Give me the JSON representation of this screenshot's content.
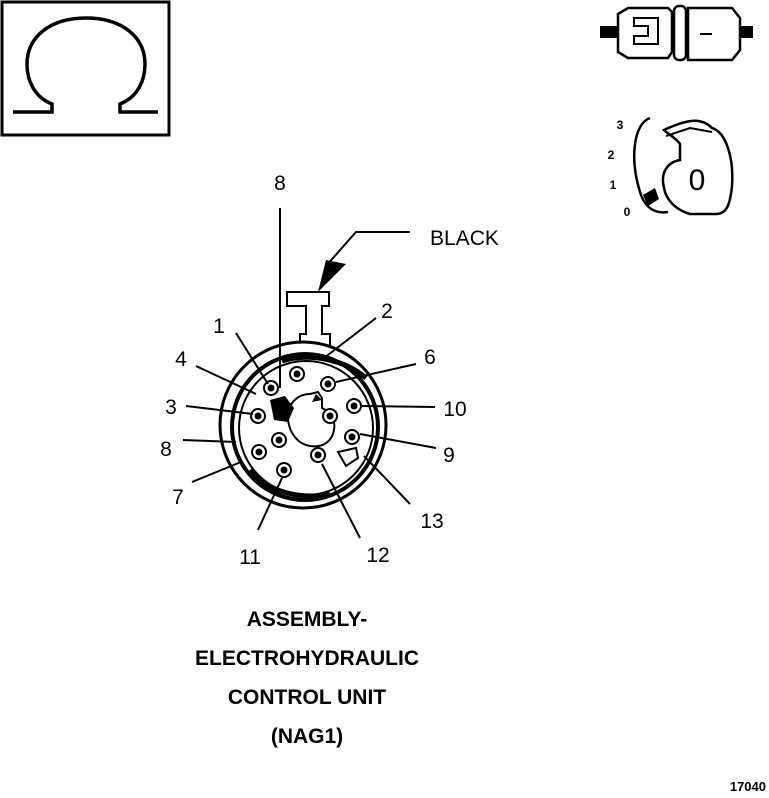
{
  "symbol": {
    "glyph": "Ω",
    "icon": "ohmmeter-icon"
  },
  "connector_icon": "connector-icon",
  "ignition": {
    "icon": "ignition-key-icon",
    "key_label": "0",
    "positions": [
      "3",
      "2",
      "1",
      "0"
    ]
  },
  "wire_color_label": "BLACK",
  "pins": {
    "p1": "1",
    "p2": "2",
    "p3": "3",
    "p4": "4",
    "p6": "6",
    "p7": "7",
    "p8_left": "8",
    "p8_top": "8",
    "p9": "9",
    "p10": "10",
    "p11": "11",
    "p12": "12",
    "p13": "13"
  },
  "caption": {
    "line1": "ASSEMBLY-",
    "line2": "ELECTROHYDRAULIC",
    "line3": "CONTROL UNIT",
    "line4": "(NAG1)"
  },
  "figure_number": "17040"
}
